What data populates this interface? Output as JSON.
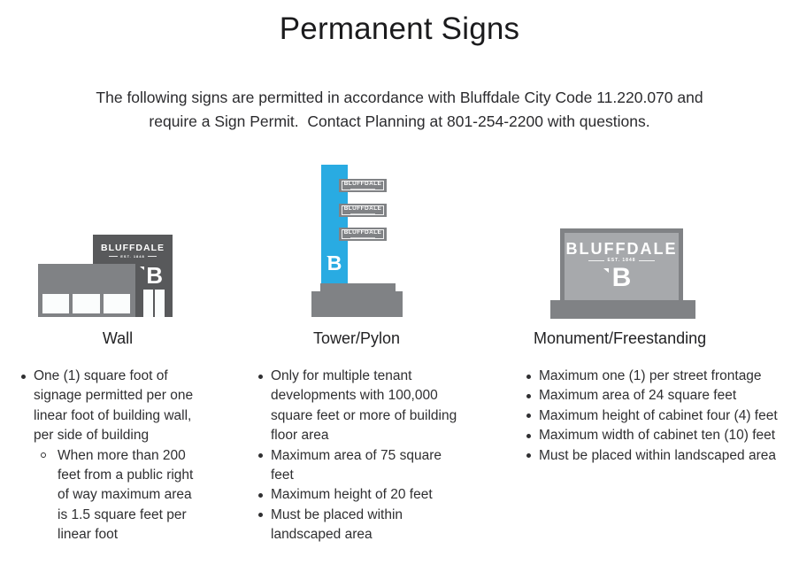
{
  "title": "Permanent Signs",
  "intro": {
    "lines": [
      "The following signs are permitted in accordance with Bluffdale City Code 11.220.070 and",
      "require a Sign Permit.  Contact Planning at 801-254-2200 with questions."
    ]
  },
  "logo": {
    "wordmark": "BLUFFDALE",
    "tagline": "EST. 1848",
    "monogram": "B"
  },
  "colors": {
    "pylon_blue": "#29ABE2",
    "building_dark_gray": "#58595B",
    "building_medium_gray": "#808285",
    "panel_light_gray": "#A7A9AC",
    "text_dark": "#2B2B2E"
  },
  "sections": [
    {
      "label": "Wall",
      "bullets": [
        {
          "text": "One (1) square foot of signage permitted per one linear foot of building wall, per side of building",
          "sub": [
            "When more than 200 feet from a public right of way maximum area is 1.5 square feet per linear foot"
          ]
        }
      ]
    },
    {
      "label": "Tower/Pylon",
      "bullets": [
        {
          "text": "Only for multiple tenant developments with 100,000 square feet or more of building floor area"
        },
        {
          "text": "Maximum area of 75 square feet"
        },
        {
          "text": "Maximum height of 20 feet"
        },
        {
          "text": "Must be placed within landscaped area"
        }
      ]
    },
    {
      "label": "Monument/Freestanding",
      "bullets": [
        {
          "text": "Maximum one (1) per street frontage"
        },
        {
          "text": "Maximum area of 24 square feet"
        },
        {
          "text": "Maximum height of cabinet four (4) feet"
        },
        {
          "text": "Maximum width of cabinet ten (10) feet"
        },
        {
          "text": "Must be placed within landscaped area"
        }
      ]
    }
  ]
}
